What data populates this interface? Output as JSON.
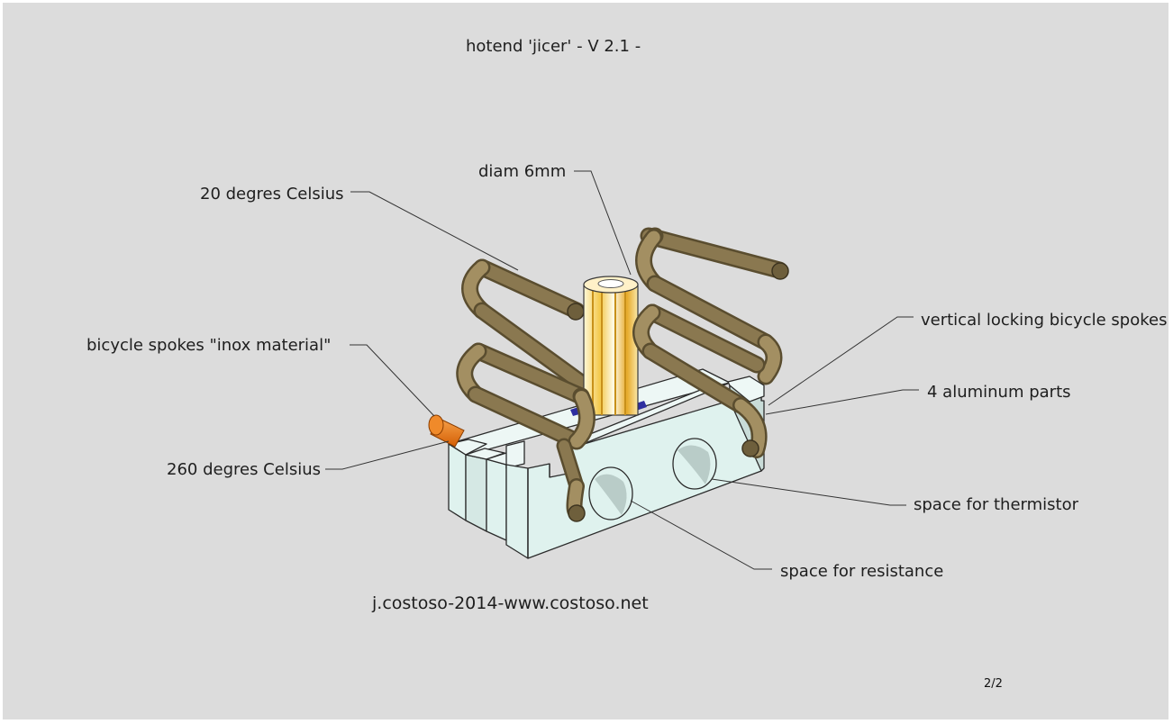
{
  "title": "hotend 'jicer' - V 2.1 -",
  "credit": "j.costoso-2014-www.costoso.net",
  "page_number": "2/2",
  "labels": {
    "diam": "diam 6mm",
    "cold_temp": "20 degres Celsius",
    "spokes_material": "bicycle spokes \"inox material\"",
    "hot_temp": "260 degres Celsius",
    "vertical_spokes": "vertical locking bicycle spokes",
    "aluminum_parts": "4 aluminum parts",
    "thermistor": "space for thermistor",
    "resistance": "space for resistance"
  },
  "colors": {
    "background": "#dcdcdc",
    "block_front": "#dff2ee",
    "block_side": "#c9dcd8",
    "block_top": "#edf7f5",
    "spoke": "#7b6b45",
    "spoke_coil": "#a89468",
    "tube_yellow": "#f1c232",
    "nozzle_orange": "#e8740c",
    "leader_line": "#333333"
  }
}
